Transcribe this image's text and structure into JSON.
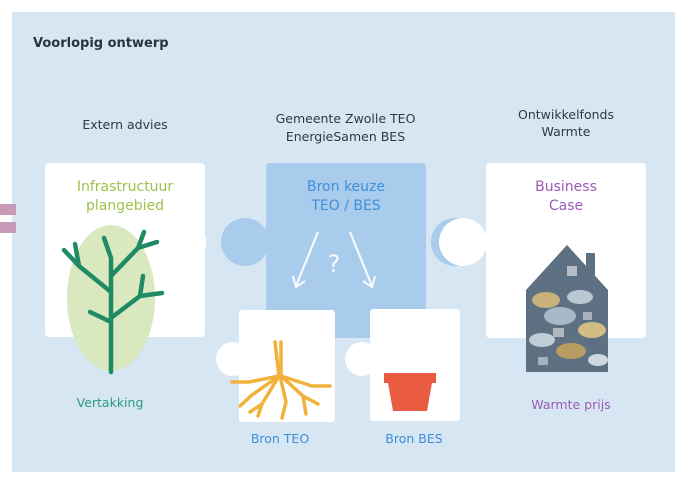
{
  "title": "Voorlopig ontwerp",
  "columns": {
    "left": {
      "header": "Extern advies",
      "piece_title": [
        "Infrastructuur",
        "plangebied"
      ],
      "footer": "Vertakking"
    },
    "middle": {
      "header": [
        "Gemeente Zwolle TEO",
        "EnergieSamen BES"
      ],
      "piece_title": [
        "Bron keuze",
        "TEO / BES"
      ],
      "symbol": "?"
    },
    "right": {
      "header": [
        "Ontwikkelfonds",
        "Warmte"
      ],
      "piece_title": [
        "Business",
        "Case"
      ],
      "footer": "Warmte prijs"
    }
  },
  "sub_pieces": {
    "teo": {
      "label": "Bron TEO"
    },
    "bes": {
      "label": "Bron BES"
    }
  },
  "colors": {
    "panel_bg": "#d7e6f3",
    "piece_white": "#ffffff",
    "piece_blue": "#a9cbec",
    "green_title": "#9cc24a",
    "teal_text": "#2e9a83",
    "blue_text": "#3f8fd8",
    "purple_text": "#9a5bb6",
    "tree_green": "#1f8a63",
    "oval_green": "#d9e8bf",
    "root_orange": "#f0b23a",
    "pot_red": "#e95c42",
    "left_edge_pink": "#c79ab8"
  }
}
